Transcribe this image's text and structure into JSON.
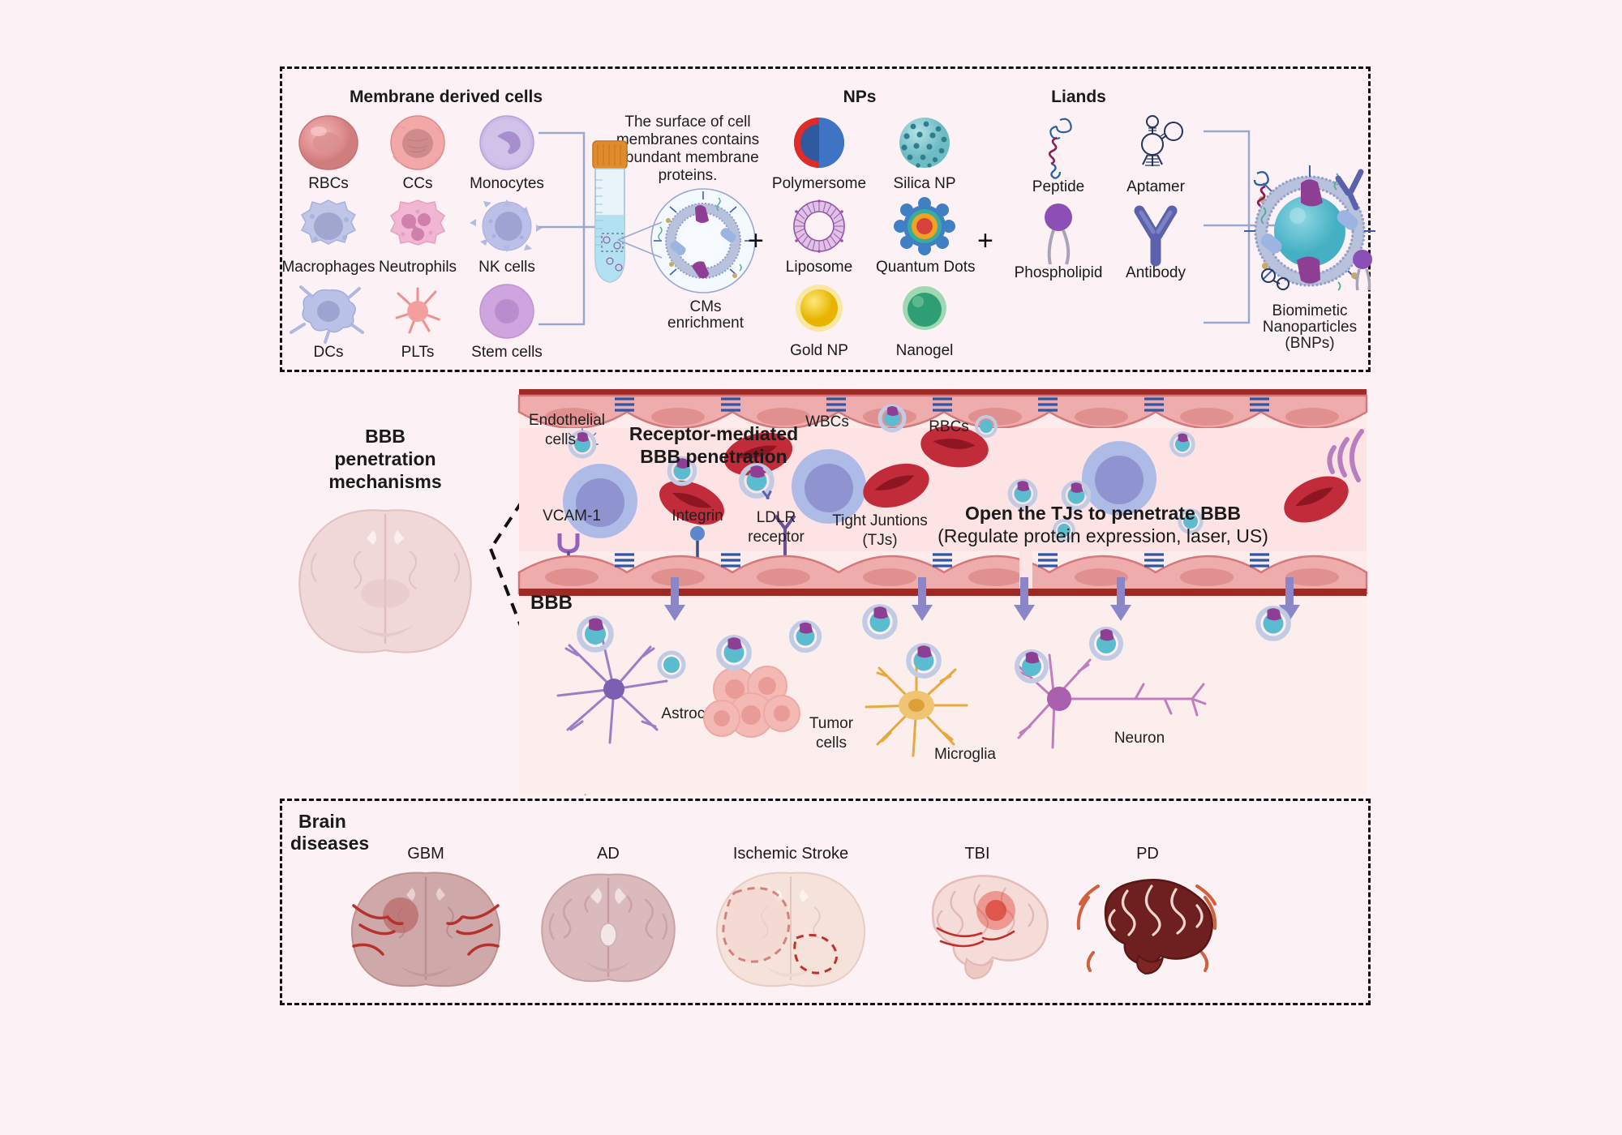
{
  "figure": {
    "background_color": "#fcf2f6",
    "title_absent": true
  },
  "panel_top": {
    "name": "components-panel",
    "groups": [
      {
        "heading": "Membrane derived cells",
        "items": [
          {
            "label": "RBCs",
            "icon": "red-blood-cell-icon",
            "color": "#e49a9a"
          },
          {
            "label": "CCs",
            "icon": "cancer-cell-icon",
            "color": "#f0a6a6"
          },
          {
            "label": "Monocytes",
            "icon": "monocyte-icon",
            "color": "#c3b3e0"
          },
          {
            "label": "Macrophages",
            "icon": "macrophage-icon",
            "color": "#b9bfe3"
          },
          {
            "label": "Neutrophils",
            "icon": "neutrophil-icon",
            "color": "#f3b8d2"
          },
          {
            "label": "NK cells",
            "icon": "nk-cell-icon",
            "color": "#b6b9e6"
          },
          {
            "label": "DCs",
            "icon": "dendritic-cell-icon",
            "color": "#b0b8e6"
          },
          {
            "label": "PLTs",
            "icon": "platelet-icon",
            "color": "#f2908f"
          },
          {
            "label": "Stem cells",
            "icon": "stem-cell-icon",
            "color": "#c9a2dd"
          }
        ]
      },
      {
        "heading": "NPs",
        "items": [
          {
            "label": "Polymersome",
            "icon": "polymersome-icon",
            "color": "#2e5fad"
          },
          {
            "label": "Silica NP",
            "icon": "silica-np-icon",
            "color": "#7fc4cc"
          },
          {
            "label": "Liposome",
            "icon": "liposome-icon",
            "color": "#9b4fa8"
          },
          {
            "label": "Quantum Dots",
            "icon": "quantum-dot-icon",
            "color": "#3f7fc4"
          },
          {
            "label": "Gold NP",
            "icon": "gold-np-icon",
            "color": "#f2c200"
          },
          {
            "label": "Nanogel",
            "icon": "nanogel-icon",
            "color": "#3aab83"
          }
        ]
      },
      {
        "heading": "Liands",
        "items": [
          {
            "label": "Peptide",
            "icon": "peptide-icon",
            "color": "#2a4f8f"
          },
          {
            "label": "Aptamer",
            "icon": "aptamer-icon",
            "color": "#2a3f6e"
          },
          {
            "label": "Phospholipid",
            "icon": "phospholipid-icon",
            "color": "#8e55b5"
          },
          {
            "label": "Antibody",
            "icon": "antibody-icon",
            "color": "#6a6fb5"
          }
        ]
      }
    ],
    "tube_caption": "The surface of cell membranes contains abundant membrane proteins.",
    "cms_caption": "CMs\nenrichment",
    "cms_caption_line1": "CMs",
    "cms_caption_line2": "enrichment",
    "plus_1": "+",
    "plus_2": "+",
    "product_label_line1": "Biomimetic",
    "product_label_line2": "Nanoparticles",
    "product_label_line3": "(BNPs)"
  },
  "panel_middle": {
    "name": "bbb-penetration-panel",
    "side_title_line1": "BBB",
    "side_title_line2": "penetration",
    "side_title_line3": "mechanisms",
    "brain_icon": "coronal-brain-icon",
    "labels": {
      "endothelial_line1": "Endothelial",
      "endothelial_line2": "cells",
      "receptor_line1": "Receptor-mediated",
      "receptor_line2": "BBB penetration",
      "wbcs": "WBCs",
      "rbcs": "RBCs",
      "vcam": "VCAM-1",
      "integrin": "Integrin",
      "ldlr_line1": "LDLR",
      "ldlr_line2": "receptor",
      "tj_line1": "Tight Juntions",
      "tj_line2": "(TJs)",
      "open_tj_line1": "Open the TJs to penetrate BBB",
      "open_tj_line2": "(Regulate protein expression, laser, US)",
      "bbb": "BBB",
      "astrocyte": "Astrocyte",
      "tumor_line1": "Tumor",
      "tumor_line2": "cells",
      "microglia": "Microglia",
      "neuron": "Neuron"
    }
  },
  "panel_bottom": {
    "name": "brain-diseases-panel",
    "title_line1": "Brain",
    "title_line2": "diseases",
    "diseases": [
      {
        "label": "GBM",
        "icon": "gbm-brain-icon",
        "color": "#c79a9a"
      },
      {
        "label": "AD",
        "icon": "ad-brain-icon",
        "color": "#d3aeb2"
      },
      {
        "label": "Ischemic Stroke",
        "icon": "stroke-brain-icon",
        "color": "#f0ded5"
      },
      {
        "label": "TBI",
        "icon": "tbi-brain-icon",
        "color": "#f3d7d2"
      },
      {
        "label": "PD",
        "icon": "pd-brain-icon",
        "color": "#6e1f1f"
      }
    ]
  },
  "colors": {
    "background": "#fcf2f6",
    "panel_border": "#111111",
    "vessel_wall": "#9e2a26",
    "endothelium": "#efabac",
    "lumen": "#fde3e3",
    "brain_tissue": "#fdeeee",
    "arrow_blue": "#9aa7cf",
    "nanoparticle_core": "#5bbcd0",
    "membrane_protein": "#8e3f94",
    "purple_arrow": "#8a86c8"
  }
}
